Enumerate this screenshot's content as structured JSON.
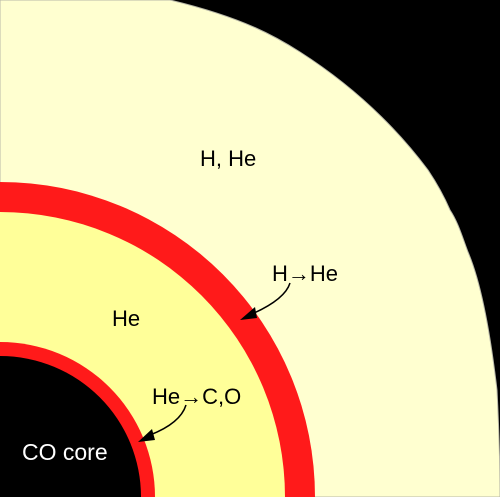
{
  "diagram": {
    "labels": {
      "envelope": "H, He",
      "h_shell": "H→He",
      "he_layer": "He",
      "he_shell": "He→C,O",
      "core": "CO core"
    },
    "colors": {
      "background": "#000000",
      "envelope": "#ffffd0",
      "envelope_edge": "#b8b8a8",
      "burning_shell": "#ff1a1a",
      "helium_layer": "#ffff99",
      "core": "#000000",
      "core_label": "#ffffff",
      "arrow": "#000000"
    }
  }
}
